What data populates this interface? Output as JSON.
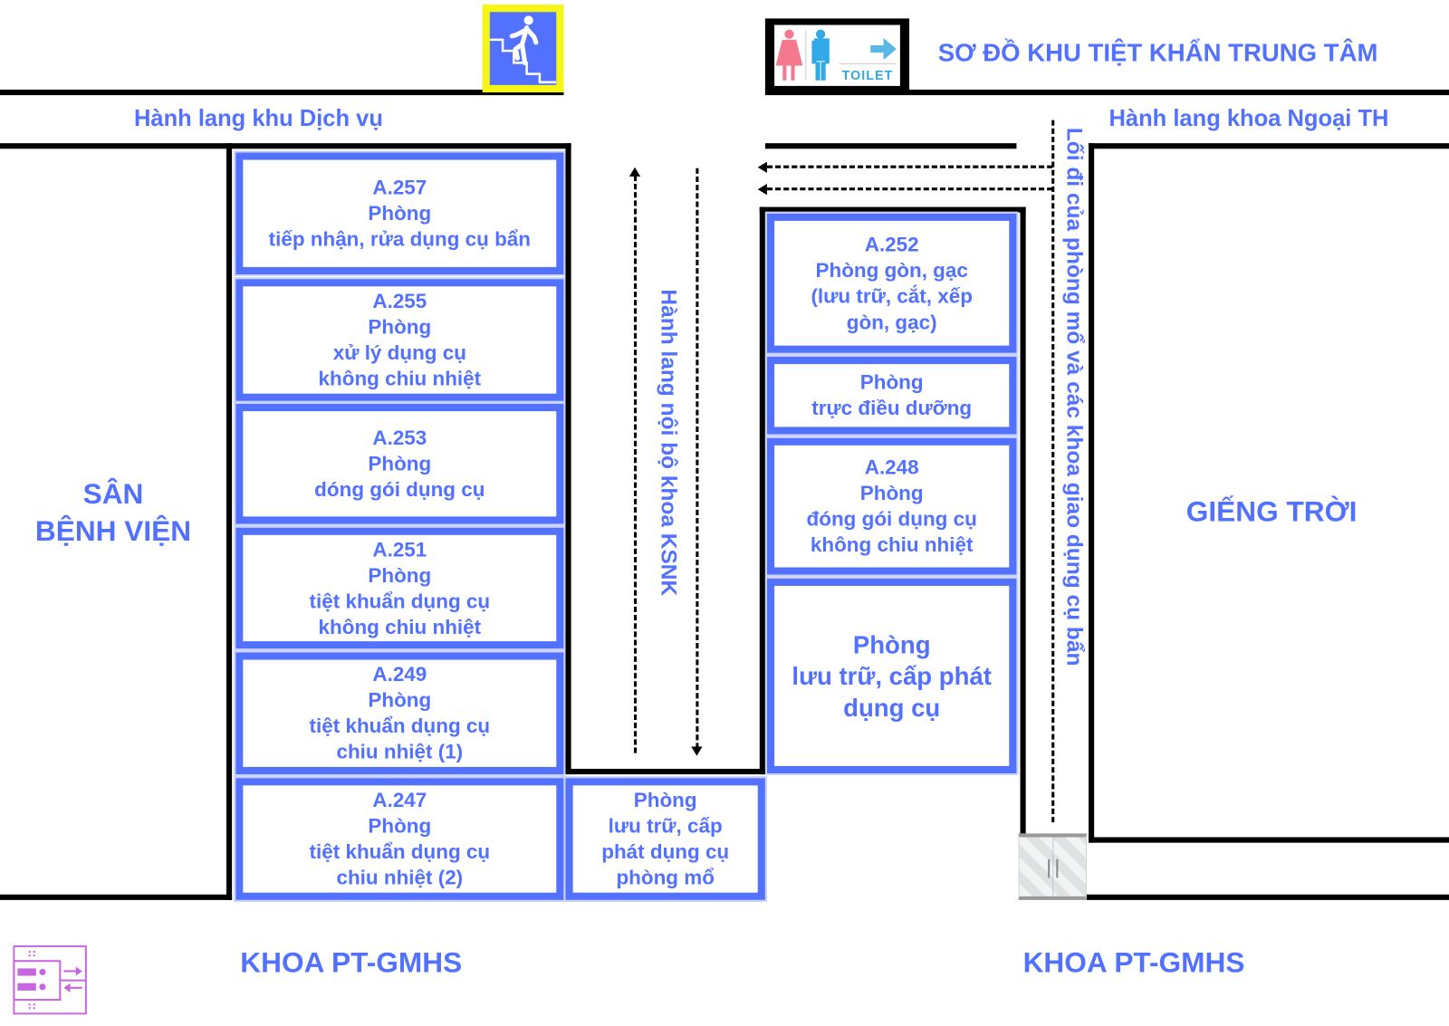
{
  "title": "SƠ ĐỒ KHU TIỆT KHẨN TRUNG TÂM",
  "labels": {
    "corridor_service": "Hành lang khu Dịch vụ",
    "corridor_surgery": "Hành lang khoa Ngoại TH",
    "internal_corridor": "Hành lang nội bộ khoa KSNK",
    "dirty_path": "Lối đi của phòng mổ và các khoa giao dụng cụ bẩn",
    "yard_1": "SÂN",
    "yard_2": "BỆNH VIỆN",
    "skylight": "GIẾNG TRỜI",
    "dept_left": "KHOA PT-GMHS",
    "dept_right": "KHOA PT-GMHS",
    "toilet": "TOILET"
  },
  "rooms_left": [
    {
      "lines": [
        "A.257",
        "Phòng",
        "tiếp nhận, rửa dụng cụ bẩn"
      ]
    },
    {
      "lines": [
        "A.255",
        "Phòng",
        "xử lý dụng cụ",
        "không chiu nhiệt"
      ]
    },
    {
      "lines": [
        "A.253",
        "Phòng",
        "dóng gói dụng cụ"
      ]
    },
    {
      "lines": [
        "A.251",
        "Phòng",
        "tiệt khuẩn dụng cụ",
        "không chiu nhiệt"
      ]
    },
    {
      "lines": [
        "A.249",
        "Phòng",
        "tiệt khuẩn dụng cụ",
        "chiu nhiệt (1)"
      ]
    },
    {
      "lines": [
        "A.247",
        "Phòng",
        "tiệt khuẩn dụng cụ",
        "chiu nhiệt (2)"
      ]
    }
  ],
  "room_middle": {
    "lines": [
      "Phòng",
      "lưu trữ, cấp",
      "phát dụng cụ",
      "phòng mổ"
    ]
  },
  "rooms_right": [
    {
      "lines": [
        "A.252",
        "Phòng gòn, gạc",
        "(lưu trữ, cắt, xếp",
        "gòn, gạc)"
      ]
    },
    {
      "lines": [
        "Phòng",
        "trực điều dưỡng"
      ]
    },
    {
      "lines": [
        "A.248",
        "Phòng",
        "đóng gói dụng cụ",
        "không chiu nhiệt"
      ]
    },
    {
      "lines": [
        "Phòng",
        "lưu trữ, cấp phát",
        "dụng cụ"
      ]
    }
  ],
  "colors": {
    "accent": "#5271ff",
    "stair_frame": "#f5f516",
    "female": "#f4798f",
    "male": "#30a9e6",
    "legend": "#c865e0"
  }
}
